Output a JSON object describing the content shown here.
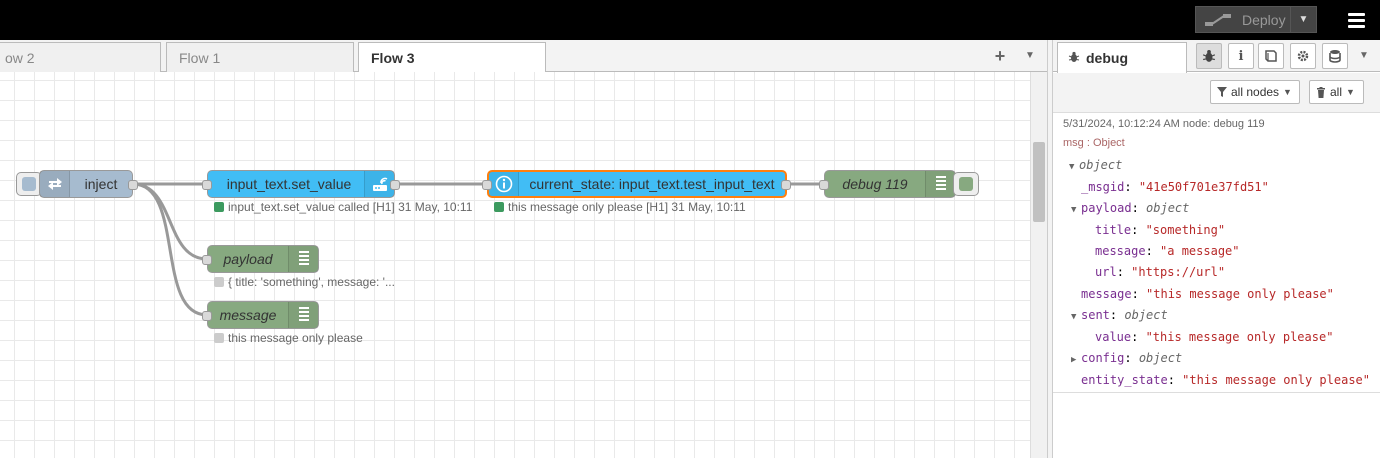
{
  "header": {
    "deploy_label": "Deploy"
  },
  "workspace_tabs": [
    "ow 2",
    "Flow 1",
    "Flow 3"
  ],
  "active_tab": "Flow 3",
  "nodes": {
    "inject": {
      "label": "inject",
      "color": "#a6bbcf"
    },
    "set_value": {
      "label": "input_text.set_value",
      "color": "#41bdf5",
      "status": "input_text.set_value called [H1] 31 May, 10:11",
      "status_color": "#3c9a5f"
    },
    "current_state": {
      "label": "current_state: input_text.test_input_text",
      "color": "#41bdf5",
      "status": "this message only please [H1] 31 May, 10:11",
      "status_color": "#3c9a5f"
    },
    "debug119": {
      "label": "debug 119",
      "color": "#87a980"
    },
    "payload": {
      "label": "payload",
      "color": "#87a980",
      "status": "{ title: 'something', message: '...",
      "status_color": "#ccc"
    },
    "message": {
      "label": "message",
      "color": "#87a980",
      "status": "this message only please",
      "status_color": "#ccc"
    }
  },
  "sidebar": {
    "tab_label": "debug",
    "filter_nodes": "all nodes",
    "filter_clear": "all",
    "msg_meta": "5/31/2024, 10:12:24 AM    node: debug 119",
    "msg_topic": "msg : Object",
    "tree": {
      "root_type": "object",
      "msgid_key": "_msgid",
      "msgid_val": "\"41e50f701e37fd51\"",
      "payload_key": "payload",
      "payload_type": "object",
      "title_key": "title",
      "title_val": "\"something\"",
      "message_key": "message",
      "message_val": "\"a message\"",
      "url_key": "url",
      "url_val": "\"https://url\"",
      "message2_key": "message",
      "message2_val": "\"this message only please\"",
      "sent_key": "sent",
      "sent_type": "object",
      "value_key": "value",
      "value_val": "\"this message only please\"",
      "config_key": "config",
      "config_type": "object",
      "entity_key": "entity_state",
      "entity_val": "\"this message only please\""
    }
  }
}
